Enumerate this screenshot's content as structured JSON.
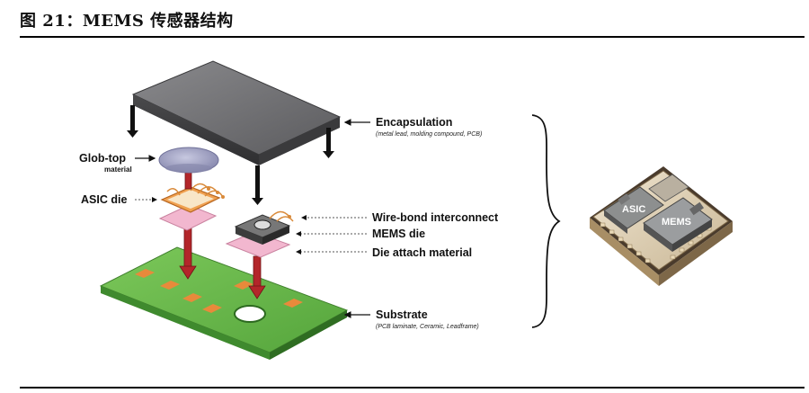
{
  "figure": {
    "title": "图 21：MEMS 传感器结构"
  },
  "labels": {
    "encapsulation": "Encapsulation",
    "encapsulation_sub": "(metal lead, molding compound, PCB)",
    "glob_top": "Glob-top",
    "glob_top_sub": "material",
    "asic_die": "ASIC die",
    "wire_bond": "Wire-bond interconnect",
    "mems_die": "MEMS die",
    "die_attach": "Die attach material",
    "substrate": "Substrate",
    "substrate_sub": "(PCB laminate, Ceramic, Leadframe)"
  },
  "chip_photo": {
    "asic_label": "ASIC",
    "mems_label": "MEMS"
  },
  "colors": {
    "lid": "#6d6d70",
    "substrate": "#67b64a",
    "arrow": "#b3262a",
    "attach": "#f2b7cf",
    "asic": "#e2903a",
    "glob": "#a7a8c9"
  }
}
